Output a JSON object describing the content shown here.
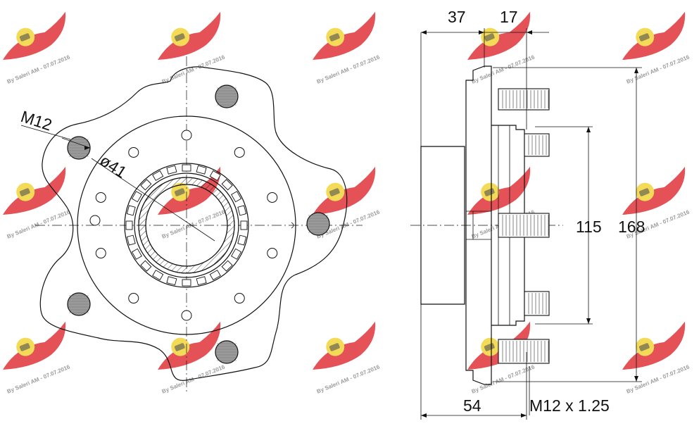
{
  "front_view": {
    "thread_label": "M12",
    "bore_label": "ø41"
  },
  "side_view": {
    "dim_top_left": "37",
    "dim_top_right": "17",
    "dim_pcd": "115",
    "dim_flange": "168",
    "dim_length": "54",
    "dim_thread": "M12 x 1.25"
  },
  "watermark": {
    "text": "By Saleri AM - 07.07.2016",
    "logo_colors": {
      "wing": "#e0343a",
      "badge": "#f1d43a"
    }
  }
}
